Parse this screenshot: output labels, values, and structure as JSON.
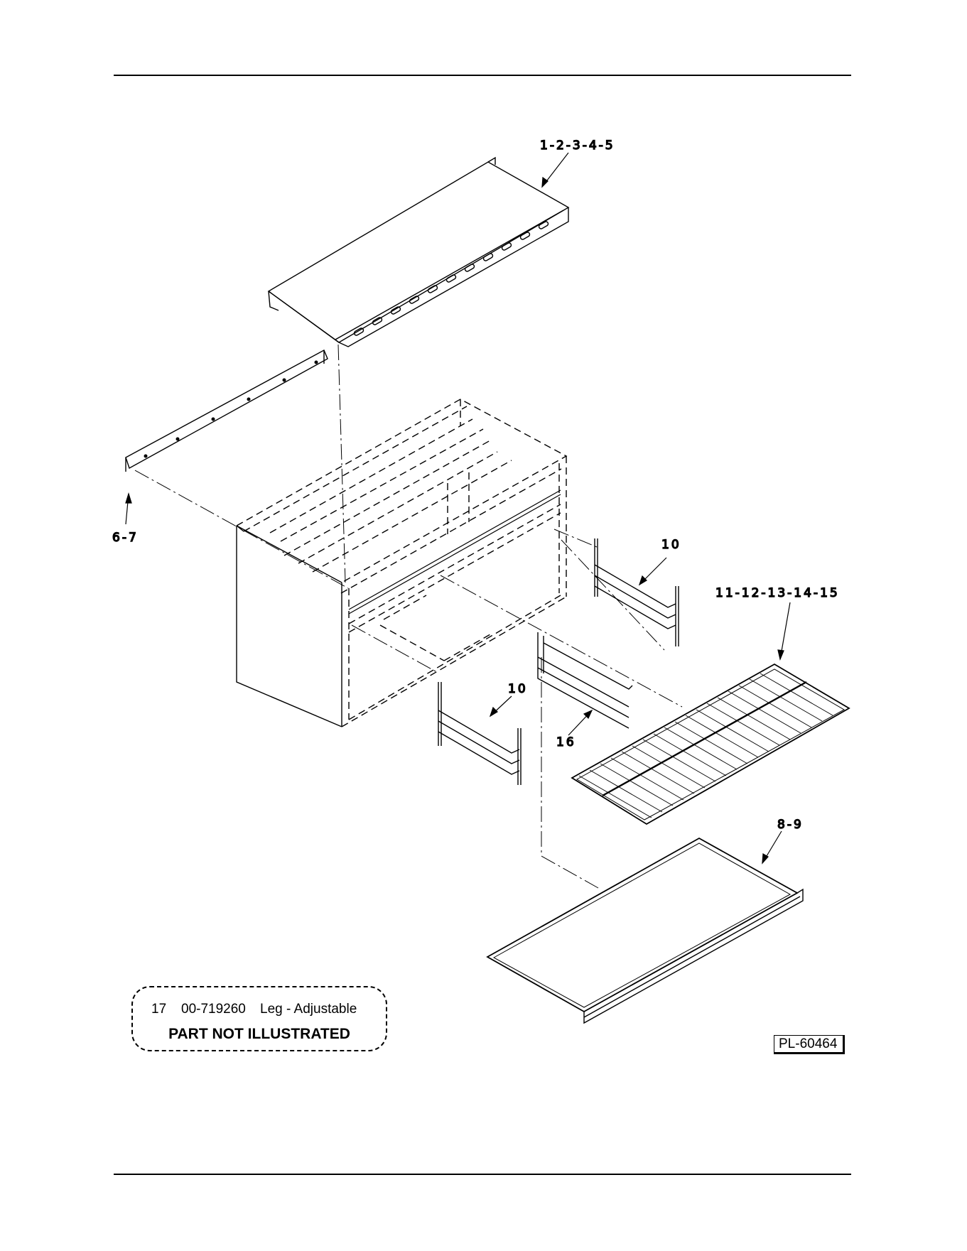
{
  "callouts": {
    "top_shelf": "1-2-3-4-5",
    "rear_rail": "6-7",
    "rack_upper": "10",
    "rack_lower": "10",
    "wire_shelf": "11-12-13-14-15",
    "slide": "16",
    "bottom_panel": "8-9"
  },
  "notice": {
    "item": "17",
    "part_number": "00-719260",
    "description": "Leg - Adjustable",
    "title": "PART NOT ILLUSTRATED"
  },
  "drawing_number": "PL-60464"
}
